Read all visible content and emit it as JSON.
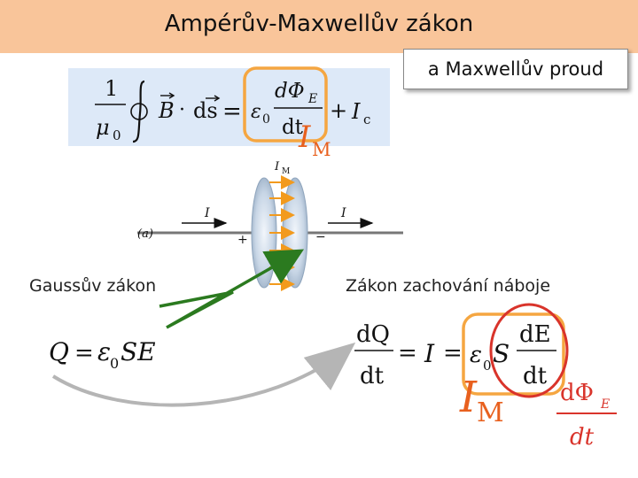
{
  "title": "Ampérův-Maxwellův zákon",
  "callout": "a Maxwellův proud",
  "label_gauss": "Gaussův zákon",
  "label_conservation": "Zákon zachování náboje",
  "formula_top": {
    "one": "1",
    "mu": "μ",
    "mu_sub": "0",
    "B": "B",
    "dot": "·",
    "ds": "ds",
    "eq": "=",
    "eps": "ε",
    "eps_sub": "0",
    "dPhi": "dΦ",
    "E_sub": "E",
    "dt": "dt",
    "plus": "+",
    "Ic": "I",
    "Ic_sub": "c"
  },
  "IM_top": {
    "I": "I",
    "sub": "M"
  },
  "diagram": {
    "IM_small": "I",
    "IM_small_sub": "M",
    "I_left": "I",
    "I_right": "I",
    "case": "(a)",
    "plus": "+",
    "minus": "−"
  },
  "gauss_formula": {
    "Q": "Q",
    "eq": "=",
    "eps": "ε",
    "sub": "0",
    "SE": "SE"
  },
  "cons_formula": {
    "dQ": "dQ",
    "dt1": "dt",
    "eq1": "=",
    "I": "I",
    "eq2": "=",
    "eps": "ε",
    "sub": "0",
    "S": "S",
    "dE": "dE",
    "dt2": "dt"
  },
  "IM_bottom": {
    "I": "I",
    "sub": "M"
  },
  "flux_formula": {
    "dPhi": "dΦ",
    "E_sub": "E",
    "dt": "dt"
  },
  "colors": {
    "title_bar": "#f9c59a",
    "formula_bg": "#dde9f8",
    "highlight_orange": "#f5a641",
    "highlight_red": "#d9342b",
    "IM_text": "#e8601e",
    "arrow_green": "#2b7a1f",
    "arrow_gray": "#b5b5b5",
    "field_arrow": "#f29a1d"
  }
}
